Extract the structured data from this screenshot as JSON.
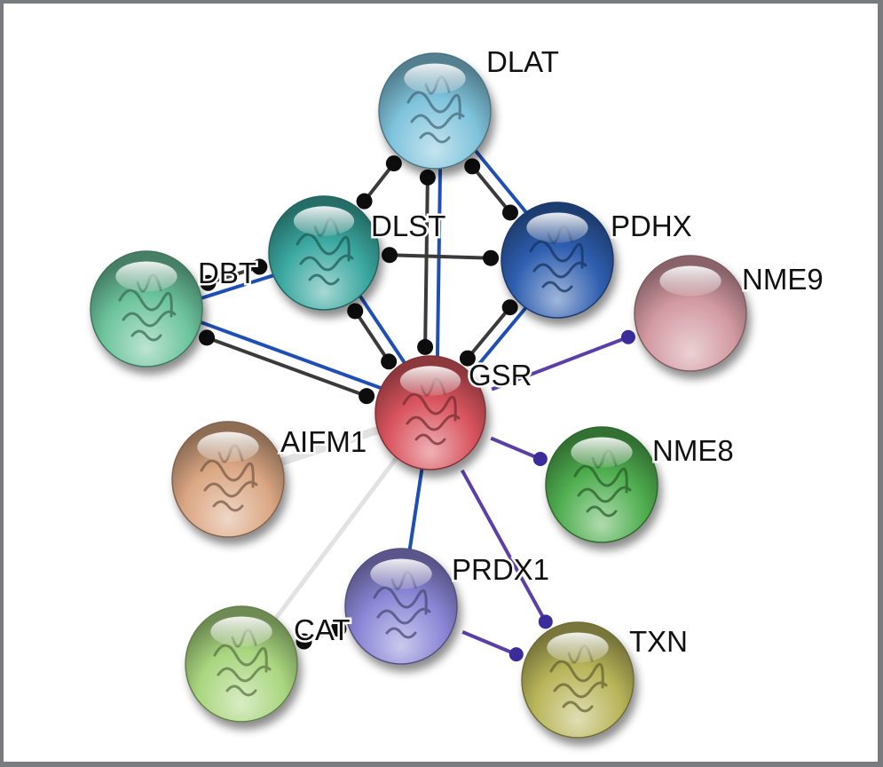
{
  "diagram": {
    "type": "protein-interaction-network",
    "nodes": [
      {
        "id": "DLAT",
        "label": "DLAT",
        "color": "#7fc3dc",
        "structure": true
      },
      {
        "id": "DLST",
        "label": "DLST",
        "color": "#3aa8a0",
        "structure": true
      },
      {
        "id": "PDHX",
        "label": "PDHX",
        "color": "#2f5fb0",
        "structure": true
      },
      {
        "id": "DBT",
        "label": "DBT",
        "color": "#6cc49c",
        "structure": true
      },
      {
        "id": "NME9",
        "label": "NME9",
        "color": "#d39aa2",
        "structure": false
      },
      {
        "id": "GSR",
        "label": "GSR",
        "color": "#d9545e",
        "structure": true
      },
      {
        "id": "AIFM1",
        "label": "AIFM1",
        "color": "#dba783",
        "structure": true
      },
      {
        "id": "NME8",
        "label": "NME8",
        "color": "#4fae4f",
        "structure": true
      },
      {
        "id": "PRDX1",
        "label": "PRDX1",
        "color": "#8a86d6",
        "structure": true
      },
      {
        "id": "CAT",
        "label": "CAT",
        "color": "#a9d67f",
        "structure": true
      },
      {
        "id": "TXN",
        "label": "TXN",
        "color": "#b9b55a",
        "structure": true
      }
    ],
    "edges": [
      {
        "source": "DLAT",
        "target": "DLST",
        "kinds": [
          "binding"
        ]
      },
      {
        "source": "DLAT",
        "target": "GSR",
        "kinds": [
          "association",
          "binding"
        ]
      },
      {
        "source": "DLAT",
        "target": "PDHX",
        "kinds": [
          "association",
          "binding"
        ]
      },
      {
        "source": "DLST",
        "target": "PDHX",
        "kinds": [
          "binding"
        ]
      },
      {
        "source": "DLST",
        "target": "DBT",
        "kinds": [
          "association",
          "binding"
        ]
      },
      {
        "source": "DLST",
        "target": "GSR",
        "kinds": [
          "association",
          "binding"
        ]
      },
      {
        "source": "DBT",
        "target": "GSR",
        "kinds": [
          "association",
          "binding"
        ]
      },
      {
        "source": "PDHX",
        "target": "GSR",
        "kinds": [
          "association",
          "binding"
        ]
      },
      {
        "source": "GSR",
        "target": "NME9",
        "kinds": [
          "catalysis"
        ]
      },
      {
        "source": "GSR",
        "target": "NME8",
        "kinds": [
          "catalysis"
        ]
      },
      {
        "source": "GSR",
        "target": "TXN",
        "kinds": [
          "catalysis"
        ]
      },
      {
        "source": "GSR",
        "target": "PRDX1",
        "kinds": [
          "association"
        ]
      },
      {
        "source": "GSR",
        "target": "AIFM1",
        "kinds": [
          "weak"
        ]
      },
      {
        "source": "GSR",
        "target": "CAT",
        "kinds": [
          "weak"
        ]
      },
      {
        "source": "PRDX1",
        "target": "CAT",
        "kinds": [
          "binding"
        ]
      },
      {
        "source": "PRDX1",
        "target": "TXN",
        "kinds": [
          "catalysis"
        ]
      }
    ],
    "edge_colors": {
      "association": "#1f4fb4",
      "binding": "#3a3a3a",
      "catalysis": "#5b3fa6",
      "weak": "#e2e2e2"
    }
  }
}
